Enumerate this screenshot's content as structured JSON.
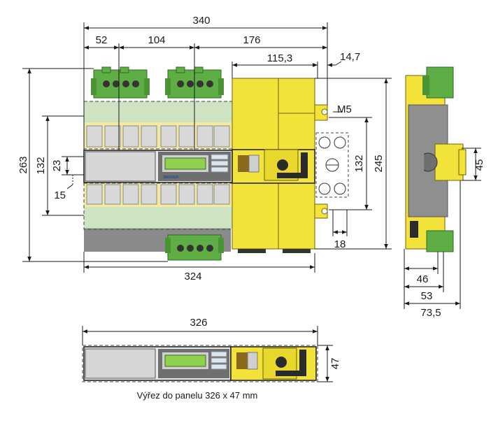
{
  "dimensions": {
    "d340": "340",
    "d52": "52",
    "d104": "104",
    "d176": "176",
    "d115_3": "115,3",
    "d14_7": "14,7",
    "d263": "263",
    "d132_left": "132",
    "d23": "23",
    "d15": "15",
    "dM5": "M5",
    "d132_right": "132",
    "d245": "245",
    "d18": "18",
    "d324": "324",
    "d45": "45",
    "d46": "46",
    "d53": "53",
    "d73_5": "73,5",
    "d326": "326",
    "d47": "47"
  },
  "brand_label": "BENDER",
  "caption": "Výřez do panelu 326 x 47 mm",
  "colors": {
    "yellow": "#f3e23a",
    "green_terminal": "#5fae45",
    "gray_body": "#9a9a9a",
    "light_gray": "#cfcfcf",
    "lcd_green": "#8fd14f",
    "dark": "#2b2b2b"
  }
}
